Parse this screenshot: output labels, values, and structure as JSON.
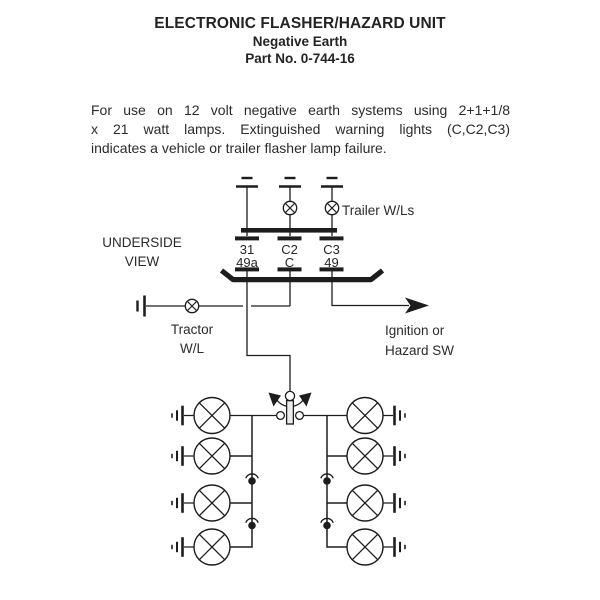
{
  "header": {
    "title": "ELECTRONIC FLASHER/HAZARD UNIT",
    "subtitle": "Negative Earth",
    "part_no": "Part No. 0-744-16"
  },
  "intro": {
    "line1": "For use on 12 volt negative earth systems using 2+1+1/8",
    "line2": "x 21 watt lamps. Extinguished warning lights (C,C2,C3)",
    "line3": "indicates a vehicle or trailer flasher lamp failure."
  },
  "labels": {
    "underside_line1": "UNDERSIDE",
    "underside_line2": "VIEW",
    "trailer": "Trailer W/Ls",
    "tractor_line1": "Tractor",
    "tractor_line2": "W/L",
    "ignition_line1": "Ignition or",
    "ignition_line2": "Hazard SW"
  },
  "terminals": {
    "col1_top": "31",
    "col1_bottom": "49a",
    "col2_top": "C2",
    "col2_bottom": "C",
    "col3_top": "C3",
    "col3_bottom": "49"
  },
  "colors": {
    "ink": "#1d1d1d",
    "background": "#ffffff"
  }
}
